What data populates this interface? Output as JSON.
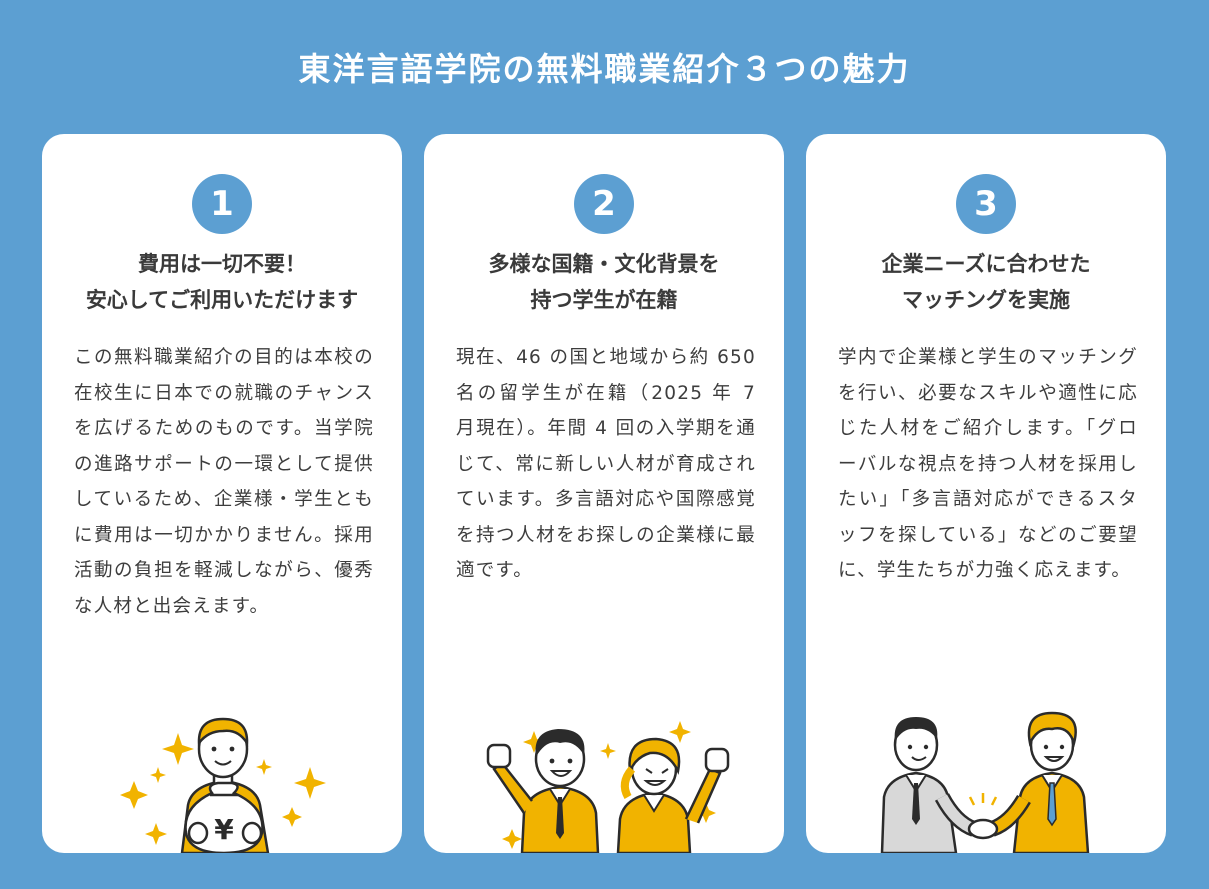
{
  "page_title": "東洋言語学院の無料職業紹介３つの魅力",
  "accent_color": "#5c9fd2",
  "figure_color": "#f1b300",
  "cards": [
    {
      "number": "1",
      "heading_line1": "費用は一切不要！",
      "heading_line2": "安心してご利用いただけます",
      "body": "この無料職業紹介の目的は本校の在校生に日本での就職のチャンスを広げるためのものです。当学院の進路サポートの一環として提供しているため、企業様・学生ともに費用は一切かかりません。採用活動の負担を軽減しながら、優秀な人材と出会えます。",
      "illustration": "person-holding-yen-money-bag",
      "illustration_text": "¥"
    },
    {
      "number": "2",
      "heading_line1": "多様な国籍・文化背景を",
      "heading_line2": "持つ学生が在籍",
      "body": "現在、46 の国と地域から約 650 名の留学生が在籍（2025 年 7 月現在）。年間 4 回の入学期を通じて、常に新しい人材が育成されています。多言語対応や国際感覚を持つ人材をお探しの企業様に最適です。",
      "illustration": "two-students-cheering"
    },
    {
      "number": "3",
      "heading_line1": "企業ニーズに合わせた",
      "heading_line2": "マッチングを実施",
      "body": "学内で企業様と学生のマッチングを行い、必要なスキルや適性に応じた人材をご紹介します。「グローバルな視点を持つ人材を採用したい」「多言語対応ができるスタッフを探している」などのご要望に、学生たちが力強く応えます。",
      "illustration": "businessmen-handshake"
    }
  ]
}
